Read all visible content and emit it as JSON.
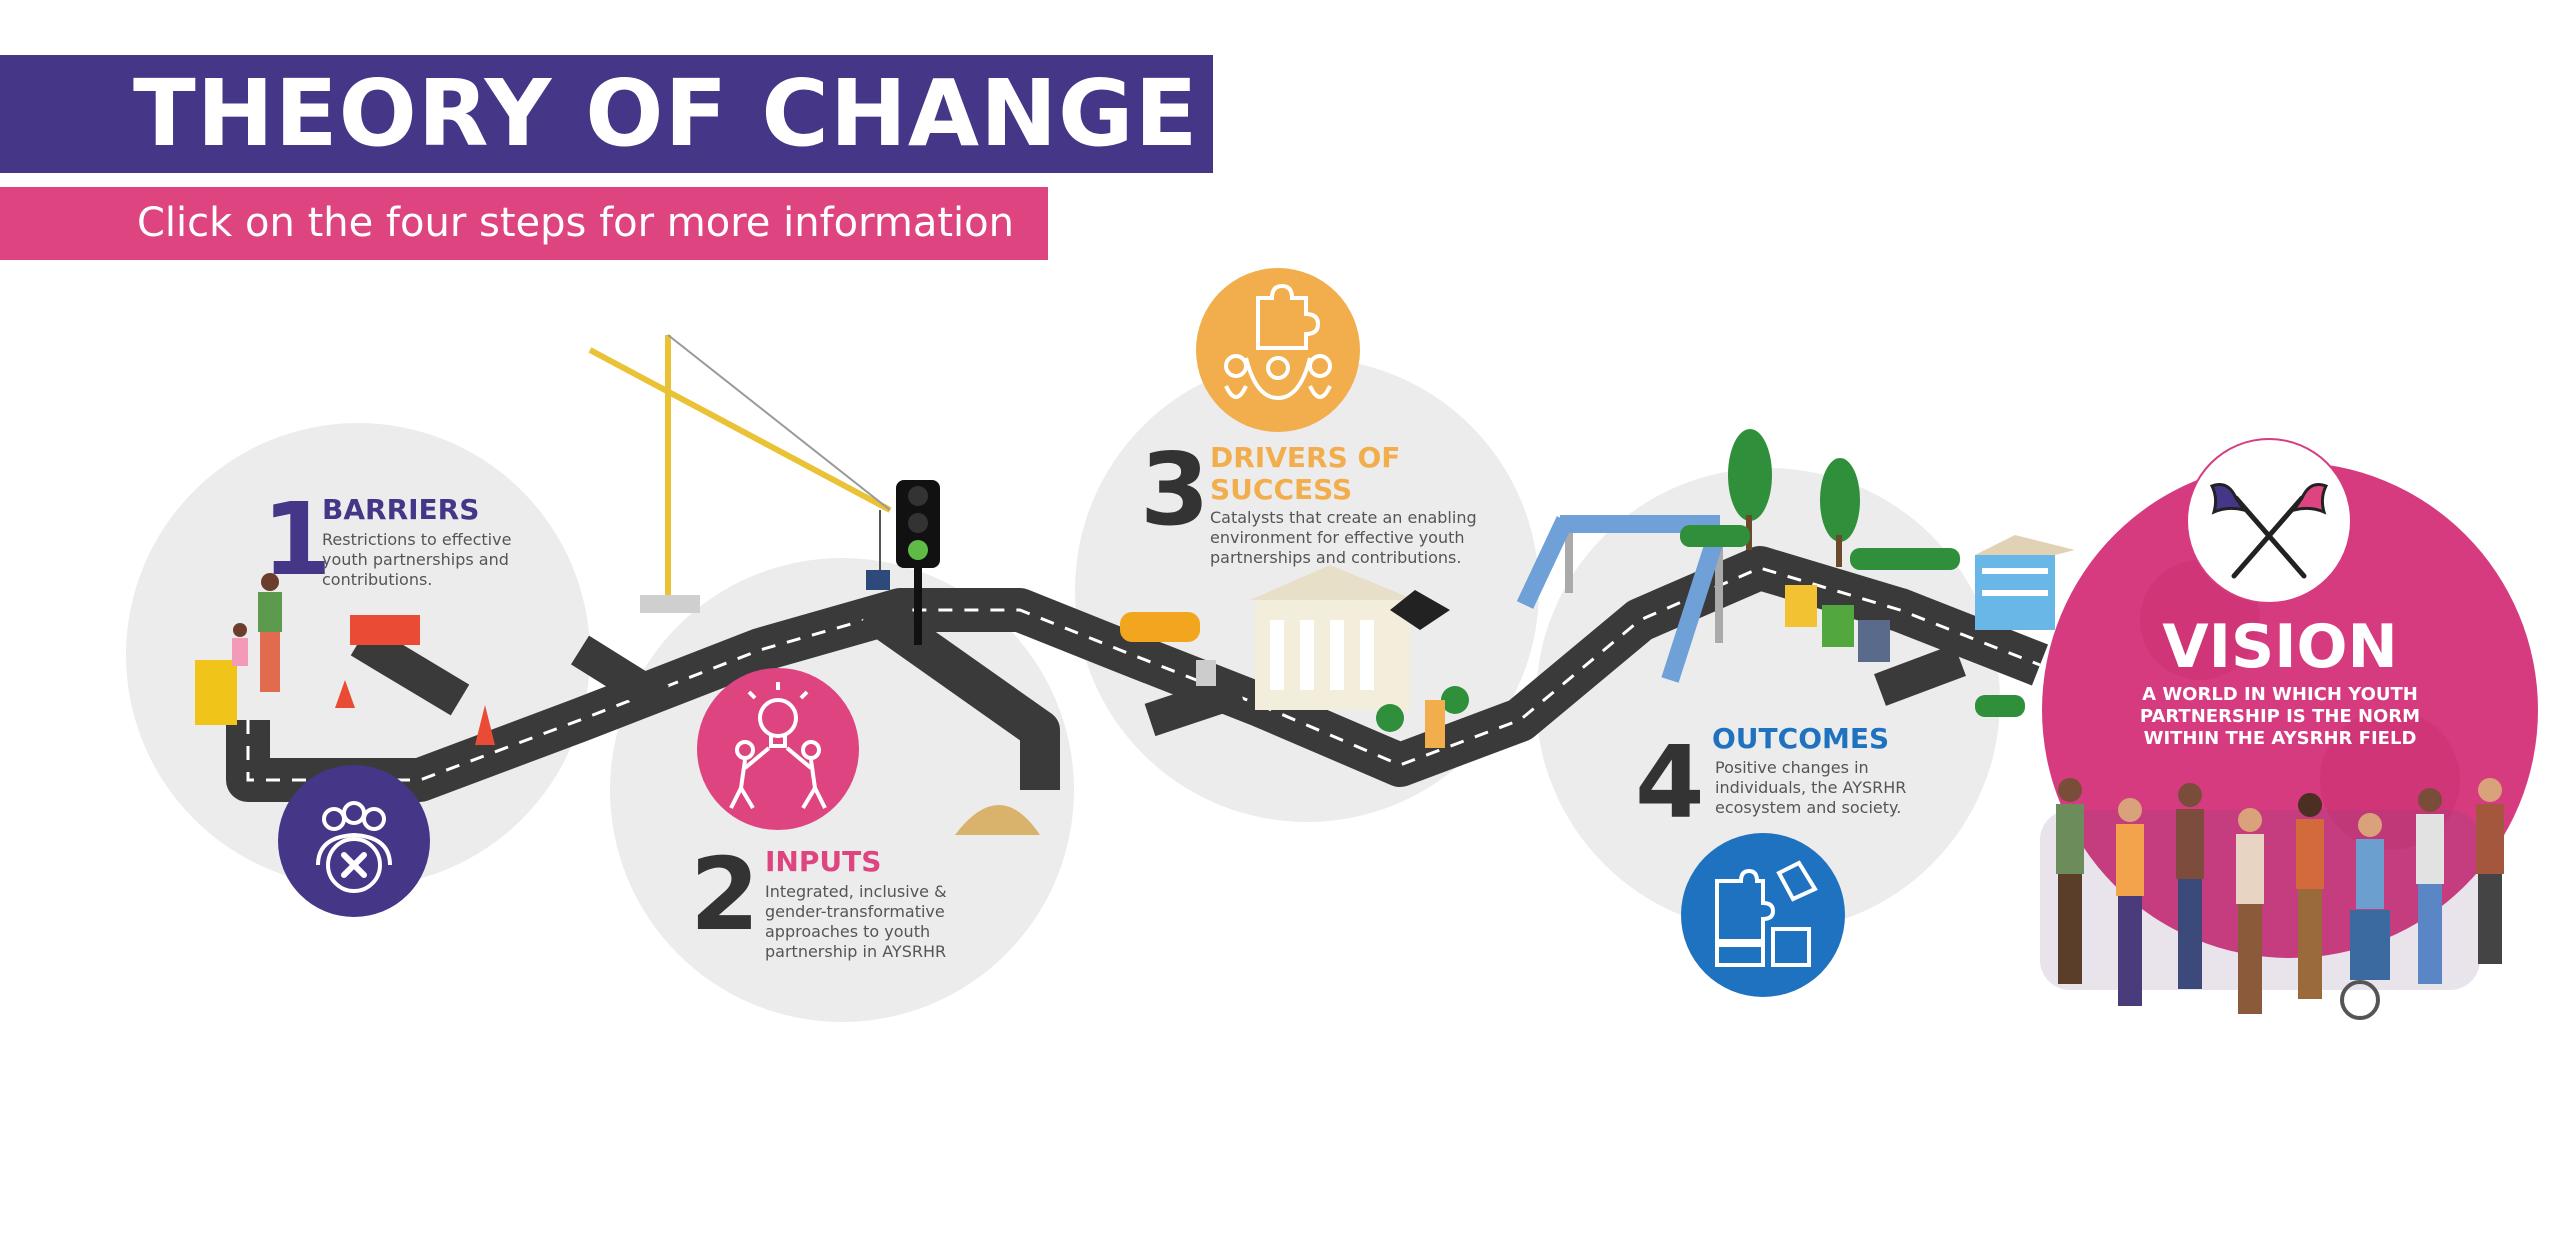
{
  "header": {
    "title": "THEORY OF CHANGE",
    "subtitle": "Click on the four steps for more information"
  },
  "steps": [
    {
      "number": "1",
      "title": "BARRIERS",
      "description": "Restrictions to effective youth partnerships and contributions.",
      "color": "#463688",
      "icon": "barrier-people-x-icon"
    },
    {
      "number": "2",
      "title": "INPUTS",
      "description": "Integrated, inclusive & gender-transformative approaches to youth partnership in AYSRHR",
      "color": "#de4580",
      "icon": "people-lightbulb-icon"
    },
    {
      "number": "3",
      "title_line1": "DRIVERS OF",
      "title_line2": "SUCCESS",
      "description": "Catalysts that create an enabling environment for effective youth partnerships and contributions.",
      "color": "#f2ae4d",
      "icon": "hands-puzzle-icon"
    },
    {
      "number": "4",
      "title": "OUTCOMES",
      "description": "Positive changes in individuals, the AYSRHR ecosystem and society.",
      "color": "#1f72bf",
      "icon": "puzzle-pieces-icon"
    }
  ],
  "vision": {
    "title": "VISION",
    "description": "A WORLD IN WHICH YOUTH PARTNERSHIP IS THE NORM WITHIN THE AYSRHR FIELD",
    "color": "#d63b7f",
    "icon": "crossed-flags-icon"
  },
  "colors": {
    "purple": "#463688",
    "pink": "#de4580",
    "orange": "#f2ae4d",
    "blue": "#1f72bf",
    "road": "#3a3a3a",
    "bg_circle": "#ececec"
  }
}
